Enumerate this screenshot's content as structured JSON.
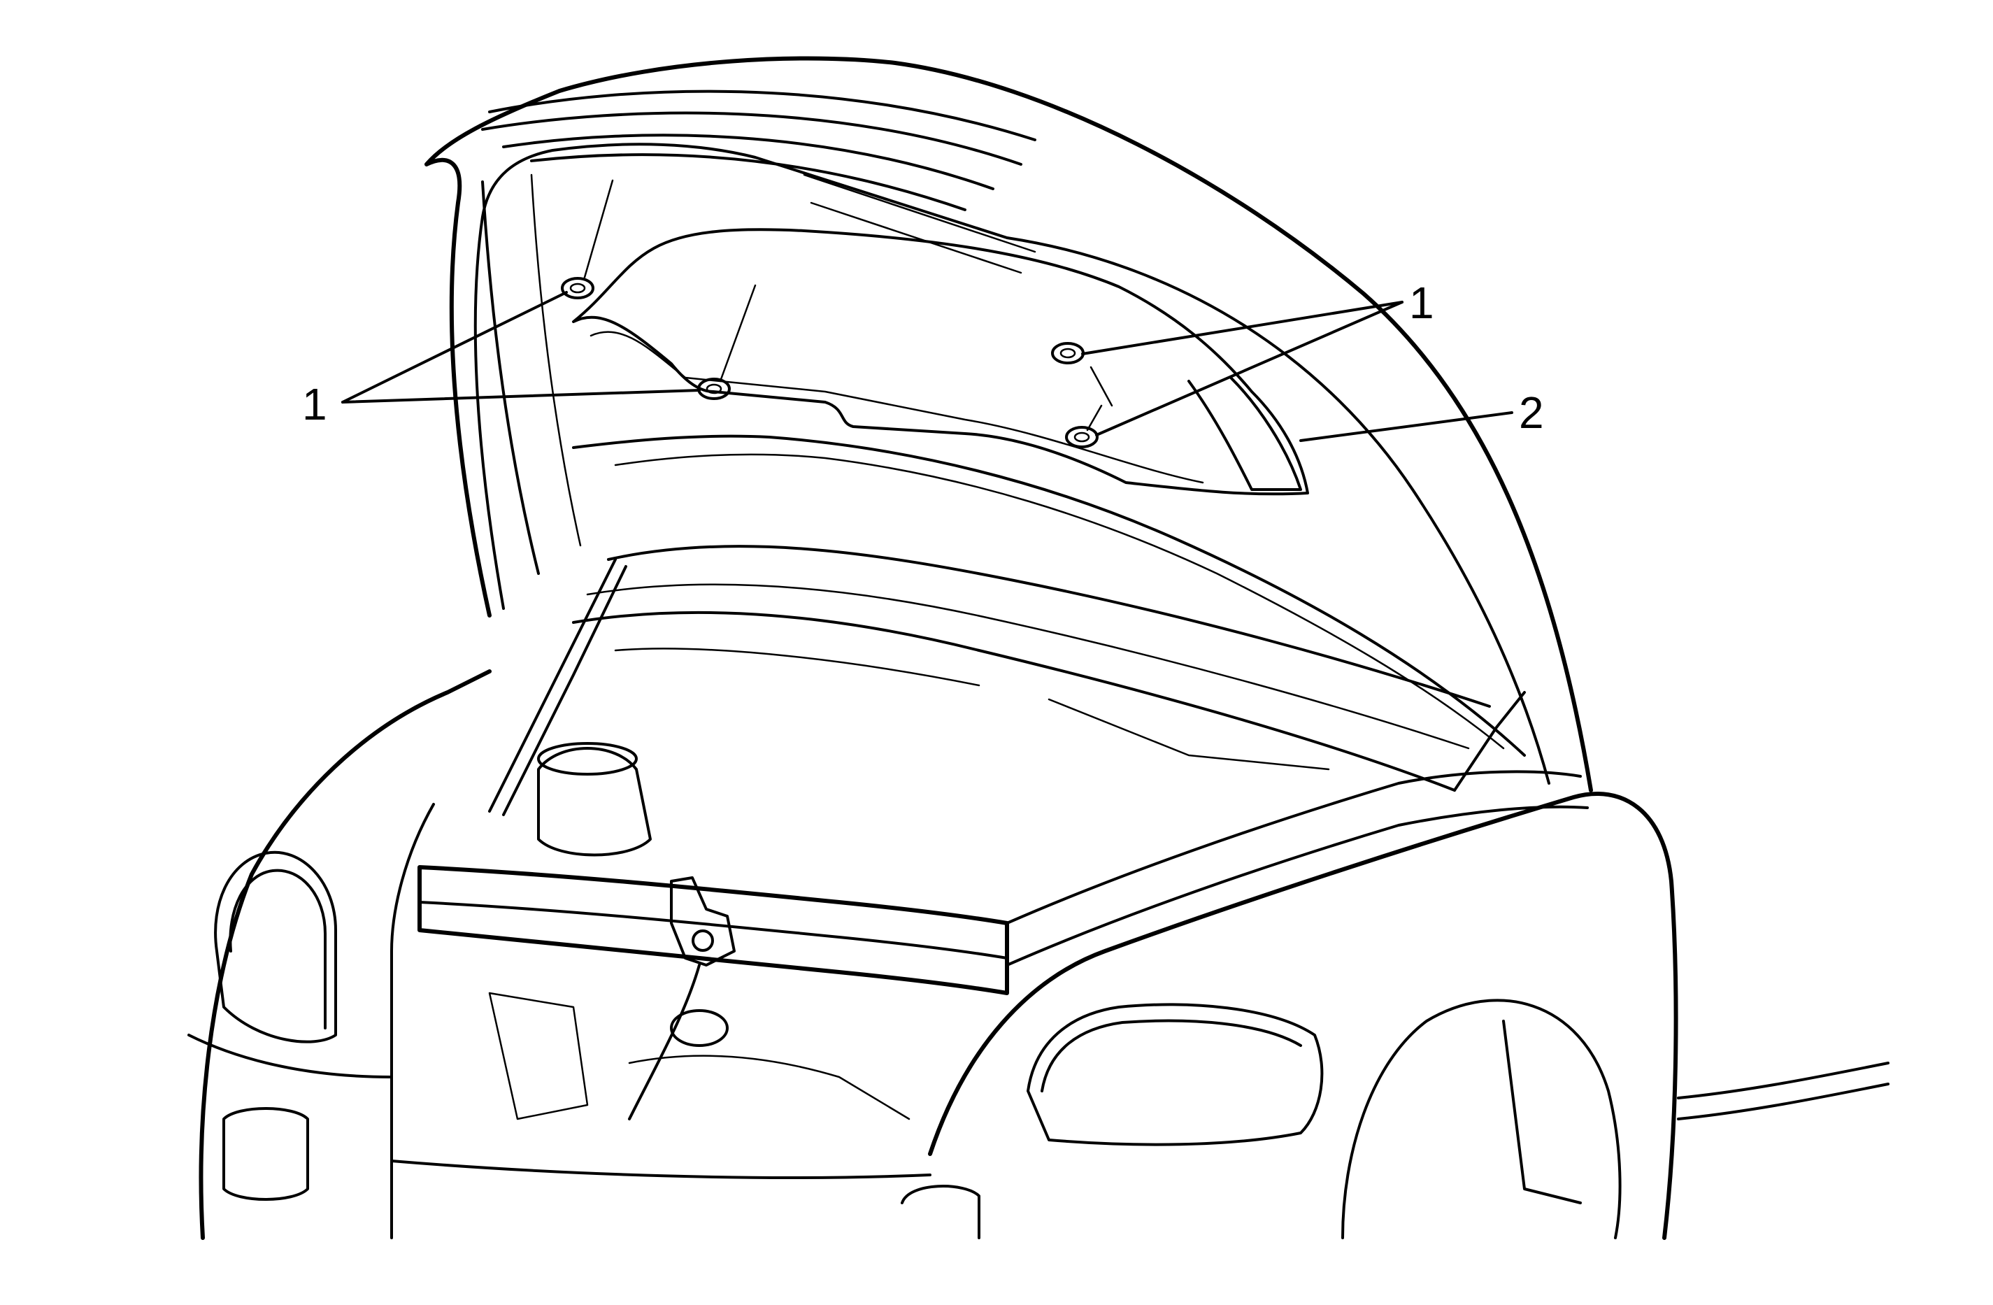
{
  "callouts": {
    "label_1_left": "1",
    "label_1_right": "1",
    "label_2": "2"
  }
}
